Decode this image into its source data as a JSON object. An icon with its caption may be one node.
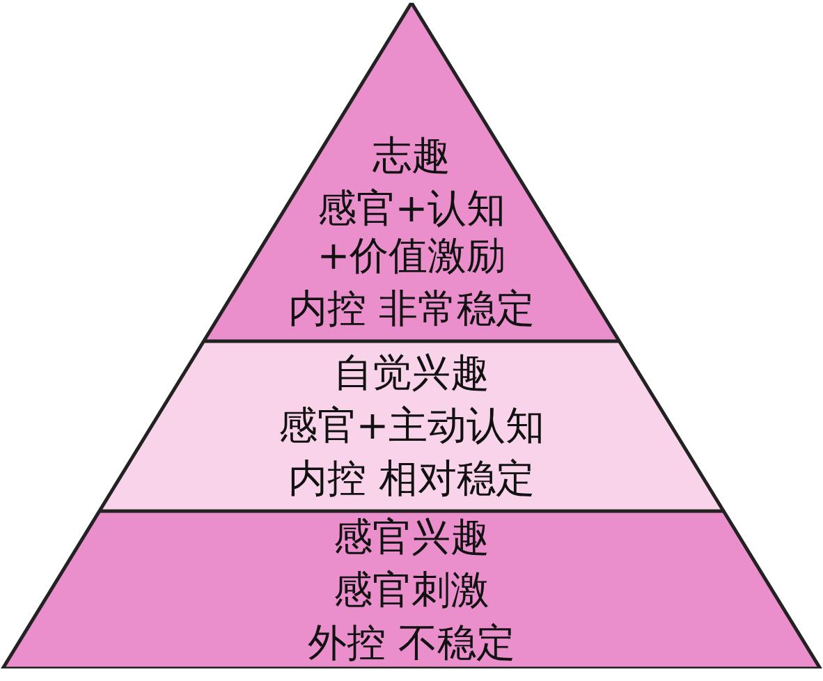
{
  "diagram": {
    "nodes": [
      {
        "text": [
          "志趣",
          "感官+认知+价值激励",
          "内控 非常稳定"
        ]
      },
      {
        "text": [
          "自觉兴趣",
          "感官+主动认知",
          "内控 相对稳定"
        ]
      },
      {
        "text": [
          "感官兴趣",
          "感官刺激",
          "外控 不稳定"
        ]
      }
    ]
  }
}
